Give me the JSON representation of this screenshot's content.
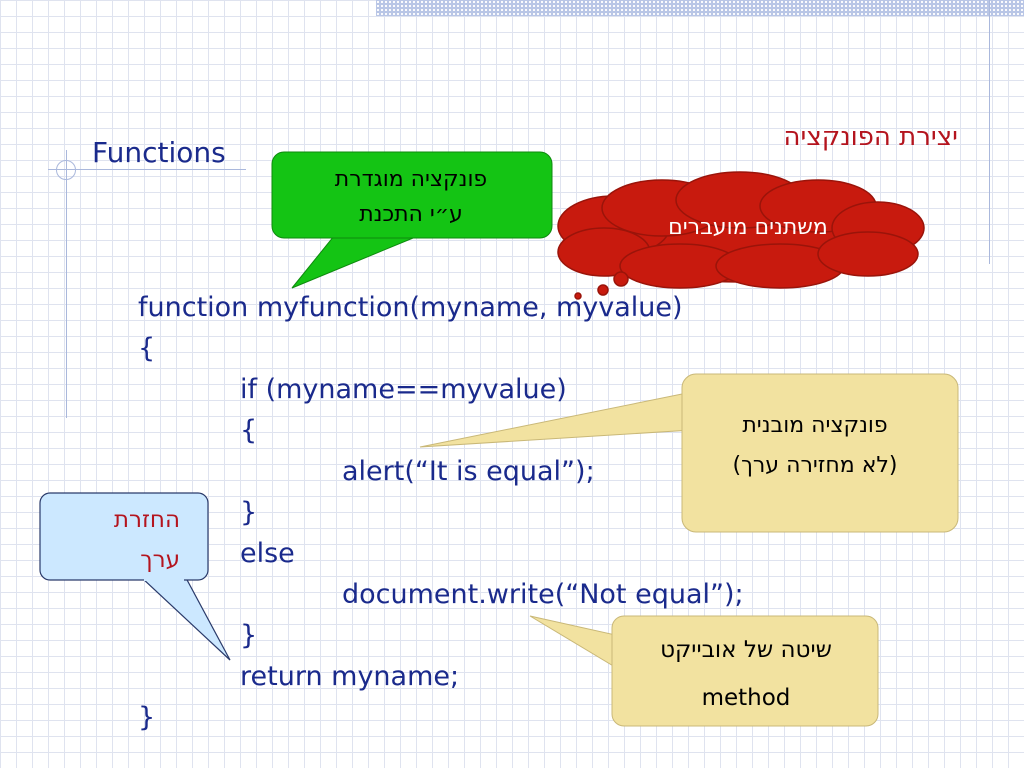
{
  "slide": {
    "title": "יצירת הפונקציה",
    "heading": "Functions"
  },
  "code": {
    "lines": [
      "function myfunction(myname, myvalue)",
      "{",
      "if (myname==myvalue)",
      "{",
      "alert(“It is equal”);",
      "}",
      "else",
      "document.write(“Not equal”);",
      "}",
      "return myname;",
      "}"
    ]
  },
  "callouts": {
    "user_defined": {
      "line1": "פונקציה מוגדרת",
      "line2": "ע״י התכנת"
    },
    "parameters": {
      "text": "משתנים מועברים"
    },
    "builtin": {
      "line1": "פונקציה מובנית",
      "line2": "(לא מחזירה ערך)"
    },
    "return_value": {
      "line1": "החזרת",
      "line2": "ערך"
    },
    "object_method": {
      "line1": "שיטה של אובייקט",
      "line2": "method"
    }
  },
  "colors": {
    "green_callout": "#14c414",
    "cloud": "#c81a0e",
    "yellow_callout": "#f2e2a0",
    "blue_callout": "#cce8ff",
    "code_text": "#1a2a8c",
    "title_text": "#b4141e"
  }
}
